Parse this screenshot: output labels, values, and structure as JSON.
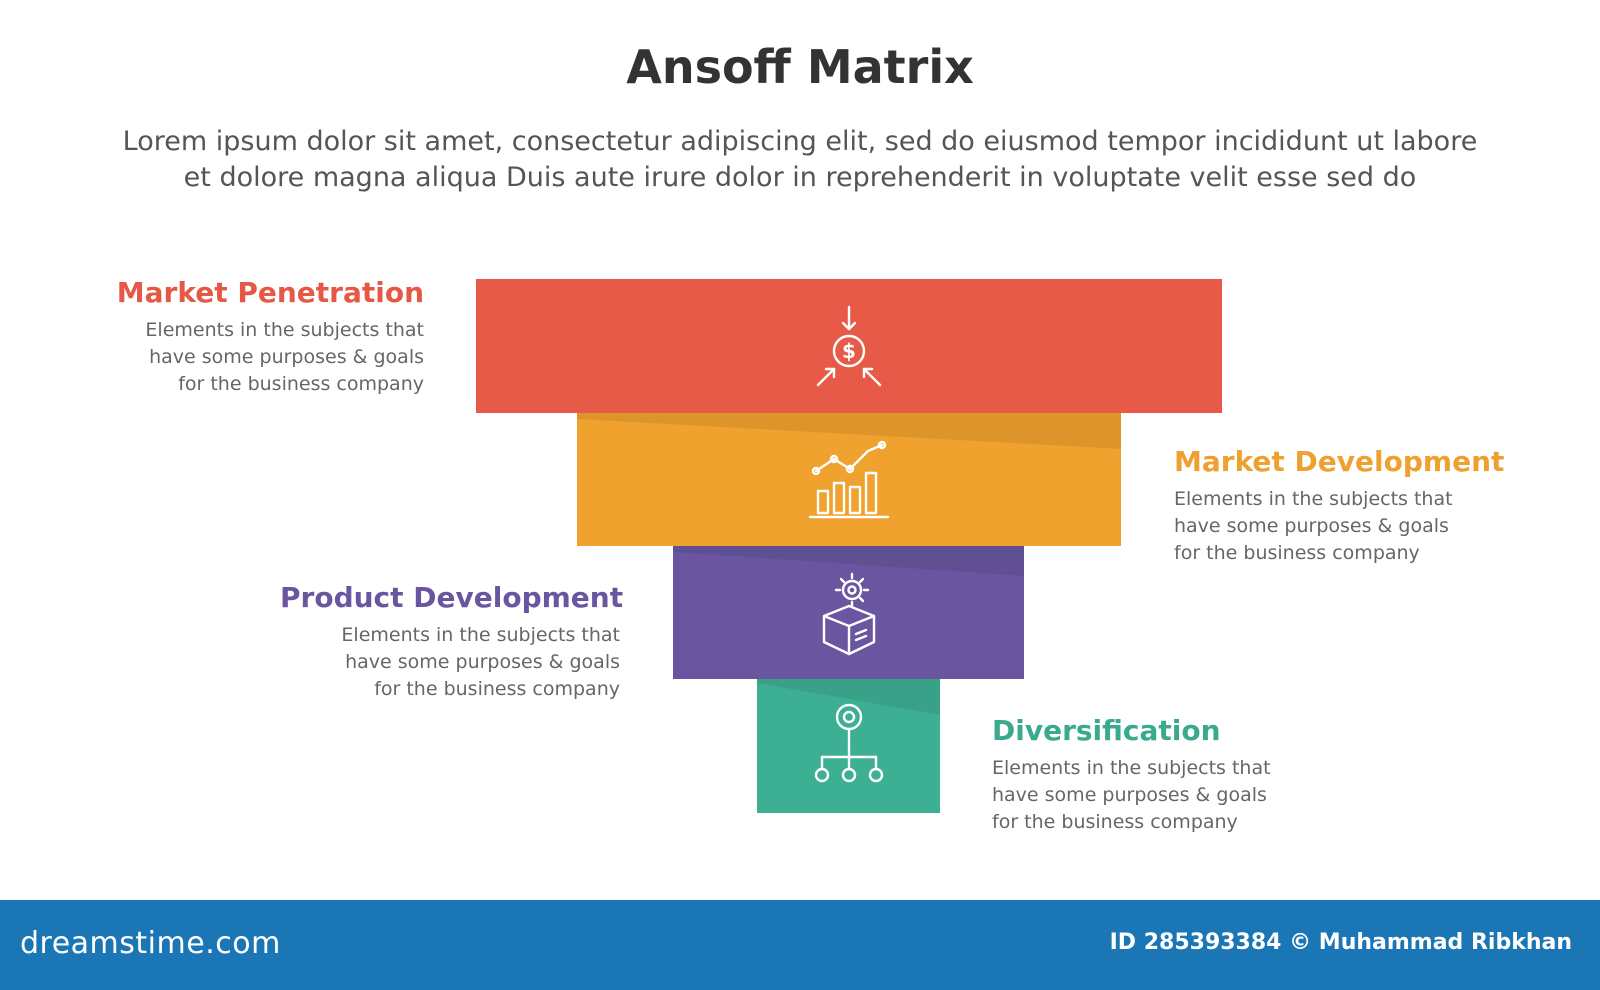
{
  "header": {
    "title": "Ansoff Matrix",
    "subtitle_line1": "Lorem ipsum dolor sit amet, consectetur adipiscing elit, sed do eiusmod tempor incididunt ut labore",
    "subtitle_line2": "et dolore magna aliqua Duis aute irure dolor in reprehenderit in voluptate velit esse sed do"
  },
  "steps": [
    {
      "title": "Market Penetration",
      "desc_line1": "Elements in the subjects that",
      "desc_line2": "have  some purposes & goals",
      "desc_line3": "for the  business company",
      "color": "#e85a48",
      "icon": "dollar-target-icon"
    },
    {
      "title": "Market Development",
      "desc_line1": "Elements in the subjects that",
      "desc_line2": "have  some purposes & goals",
      "desc_line3": "for the  business company",
      "color": "#f0a22f",
      "icon": "growth-chart-icon"
    },
    {
      "title": "Product Development",
      "desc_line1": "Elements in the subjects that",
      "desc_line2": "have  some purposes & goals",
      "desc_line3": "for the  business company",
      "color": "#6a56a0",
      "icon": "product-gear-box-icon"
    },
    {
      "title": "Diversification",
      "desc_line1": "Elements in the subjects that",
      "desc_line2": "have  some purposes & goals",
      "desc_line3": "for the  business company",
      "color": "#3daf93",
      "icon": "hierarchy-icon"
    }
  ],
  "footer": {
    "brand": "dreamstime.com",
    "credit": "ID 285393384 © Muhammad Ribkhan",
    "color": "#1a76b4"
  }
}
